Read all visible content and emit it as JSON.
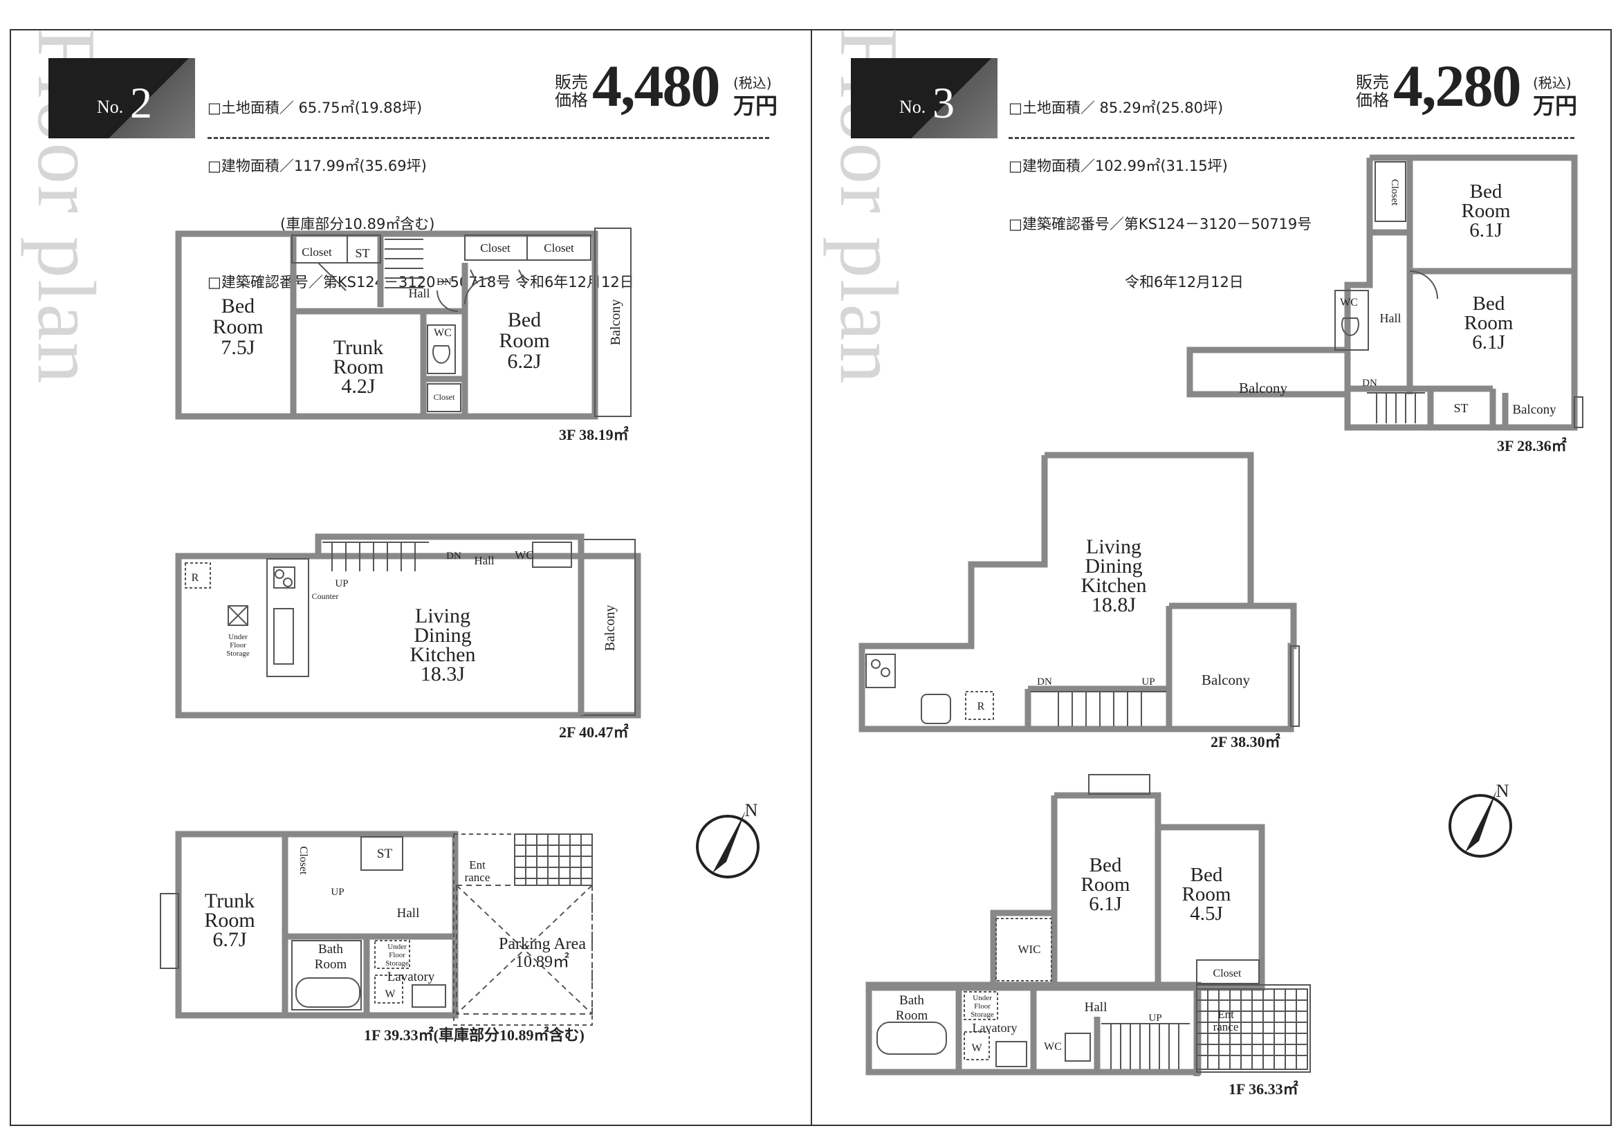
{
  "page_title": "Floor plan",
  "units": {
    "no2": {
      "no_label": "No.",
      "number": "2",
      "spec_lines": [
        "□土地面積／ 65.75㎡(19.88坪)",
        "□建物面積／117.99㎡(35.69坪)",
        "　　　　　(車庫部分10.89㎡含む)",
        "□建築確認番号／第KS124－3120－50718号 令和6年12月12日"
      ],
      "price_label": "販売価格",
      "price": "4,480",
      "tax": "(税込)",
      "unit": "万円",
      "floors": {
        "f3": {
          "area": "3F 38.19㎡",
          "rooms": {
            "bed1": [
              "Bed",
              "Room",
              "7.5J"
            ],
            "trunk": [
              "Trunk",
              "Room",
              "4.2J"
            ],
            "bed2": [
              "Bed",
              "Room",
              "6.2J"
            ],
            "closet1": "Closet",
            "st": "ST",
            "closet2": "Closet",
            "closet3": "Closet",
            "hall": "Hall",
            "dn": "DN",
            "wc": "WC",
            "closet4": "Closet",
            "balcony": "Balcony"
          }
        },
        "f2": {
          "area": "2F 40.47㎡",
          "rooms": {
            "r": "R",
            "ufs": [
              "Under",
              "Floor",
              "Storage"
            ],
            "counter": "Counter",
            "up": "UP",
            "dn": "DN",
            "hall": "Hall",
            "wc": "WC",
            "ldk": [
              "Living",
              "Dining",
              "Kitchen",
              "18.3J"
            ],
            "balcony": "Balcony"
          }
        },
        "f1": {
          "area": "1F 39.33㎡(車庫部分10.89㎡含む)",
          "rooms": {
            "closet": "Closet",
            "st": "ST",
            "entrance": [
              "Ent",
              "rance"
            ],
            "up": "UP",
            "trunk": [
              "Trunk",
              "Room",
              "6.7J"
            ],
            "hall": "Hall",
            "bath": [
              "Bath",
              "Room"
            ],
            "ufs": [
              "Under",
              "Floor",
              "Storage"
            ],
            "lavatory": "Lavatory",
            "w": "W",
            "parking": [
              "Parking Area",
              "10.89㎡"
            ]
          }
        }
      },
      "compass": "N"
    },
    "no3": {
      "no_label": "No.",
      "number": "3",
      "spec_lines": [
        "□土地面積／ 85.29㎡(25.80坪)",
        "□建物面積／102.99㎡(31.15坪)",
        "□建築確認番号／第KS124－3120－50719号",
        "　　　　　　　　令和6年12月12日"
      ],
      "price_label": "販売価格",
      "price": "4,280",
      "tax": "(税込)",
      "unit": "万円",
      "floors": {
        "f3": {
          "area": "3F 28.36㎡",
          "rooms": {
            "closet": "Closet",
            "bed1": [
              "Bed",
              "Room",
              "6.1J"
            ],
            "wc": "WC",
            "hall": "Hall",
            "bed2": [
              "Bed",
              "Room",
              "6.1J"
            ],
            "balcony1": "Balcony",
            "dn": "DN",
            "st": "ST",
            "balcony2": "Balcony"
          }
        },
        "f2": {
          "area": "2F 38.30㎡",
          "rooms": {
            "ldk": [
              "Living",
              "Dining",
              "Kitchen",
              "18.8J"
            ],
            "dn": "DN",
            "up": "UP",
            "balcony": "Balcony",
            "r": "R"
          }
        },
        "f1": {
          "area": "1F 36.33㎡",
          "rooms": {
            "bed1": [
              "Bed",
              "Room",
              "6.1J"
            ],
            "bed2": [
              "Bed",
              "Room",
              "4.5J"
            ],
            "wic": "WIC",
            "closet": "Closet",
            "bath": [
              "Bath",
              "Room"
            ],
            "ufs": [
              "Under",
              "Floor",
              "Storage"
            ],
            "lavatory": "Lavatory",
            "w": "W",
            "hall": "Hall",
            "up": "UP",
            "wc": "WC",
            "entrance": [
              "Ent",
              "rance"
            ]
          }
        }
      },
      "compass": "N"
    }
  }
}
